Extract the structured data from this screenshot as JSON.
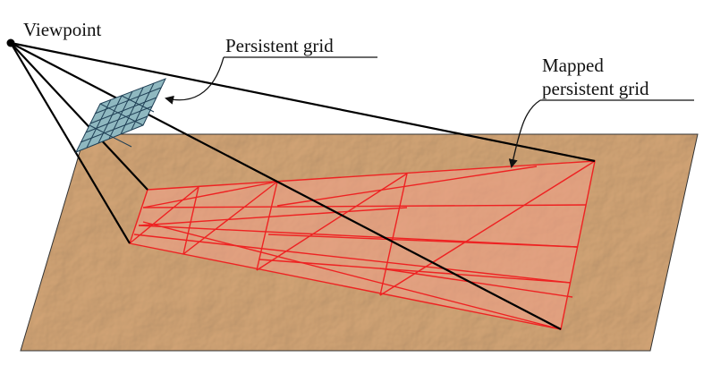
{
  "labels": {
    "viewpoint": "Viewpoint",
    "persistent_grid": "Persistent grid",
    "mapped_line1": "Mapped",
    "mapped_line2": "persistent grid"
  },
  "colors": {
    "terrain_light": "#e9c9a2",
    "terrain_dark": "#c99c70",
    "terrain_edge": "#333333",
    "mapped_grid_fill": "#f2a08a",
    "mapped_grid_lines": "#ee2222",
    "persistent_grid_fill": "#8fb8c0",
    "persistent_grid_lines": "#1f3f55",
    "rays": "#000000",
    "text": "#111111"
  }
}
